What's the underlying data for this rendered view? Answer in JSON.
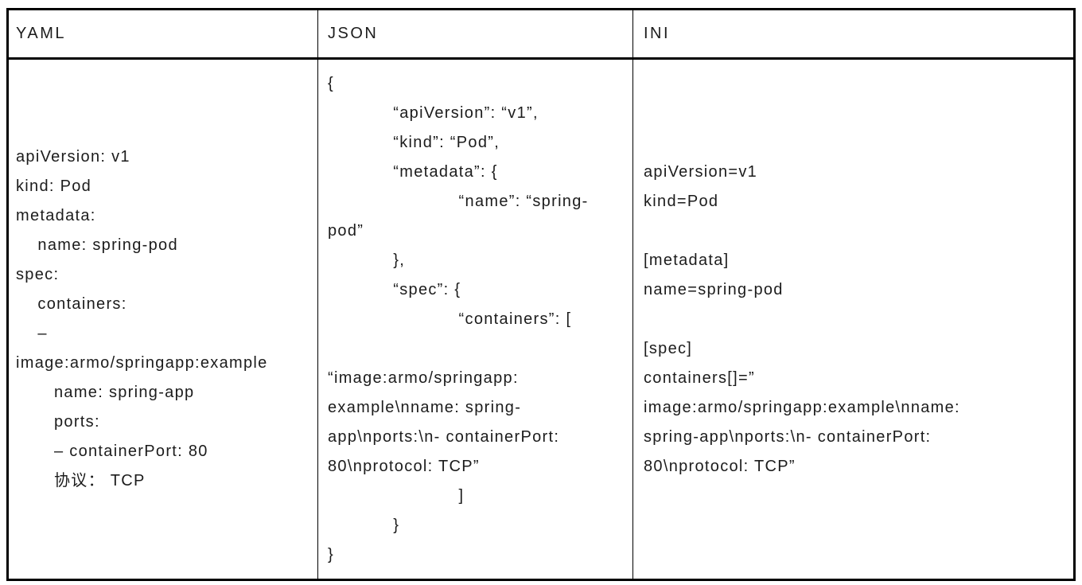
{
  "table": {
    "colors": {
      "border": "#000000",
      "text": "#1c1c1c",
      "background": "#ffffff"
    },
    "columns": [
      {
        "header": "YAML",
        "lines": [
          "apiVersion: v1",
          "kind: Pod",
          "metadata:",
          "    name: spring-pod",
          "spec:",
          "    containers:",
          "    –",
          "image:armo/springapp:example",
          "       name: spring-app",
          "       ports:",
          "       – containerPort: 80",
          "       协议： TCP"
        ]
      },
      {
        "header": "JSON",
        "lines": [
          "{",
          "            “apiVersion”: “v1”,",
          "            “kind”: “Pod”,",
          "            “metadata”: {",
          "                        “name”: “spring-",
          "pod”",
          "            },",
          "            “spec”: {",
          "                        “containers”: [",
          "",
          "“image:armo/springapp:",
          "example\\nname: spring-",
          "app\\nports:\\n- containerPort:",
          "80\\nprotocol: TCP”",
          "                        ]",
          "            }",
          "}"
        ]
      },
      {
        "header": "INI",
        "lines": [
          "apiVersion=v1",
          "kind=Pod",
          "",
          "[metadata]",
          "name=spring-pod",
          "",
          "[spec]",
          "containers[]=”",
          "image:armo/springapp:example\\nname:",
          "spring-app\\nports:\\n- containerPort:",
          "80\\nprotocol: TCP”"
        ]
      }
    ]
  }
}
